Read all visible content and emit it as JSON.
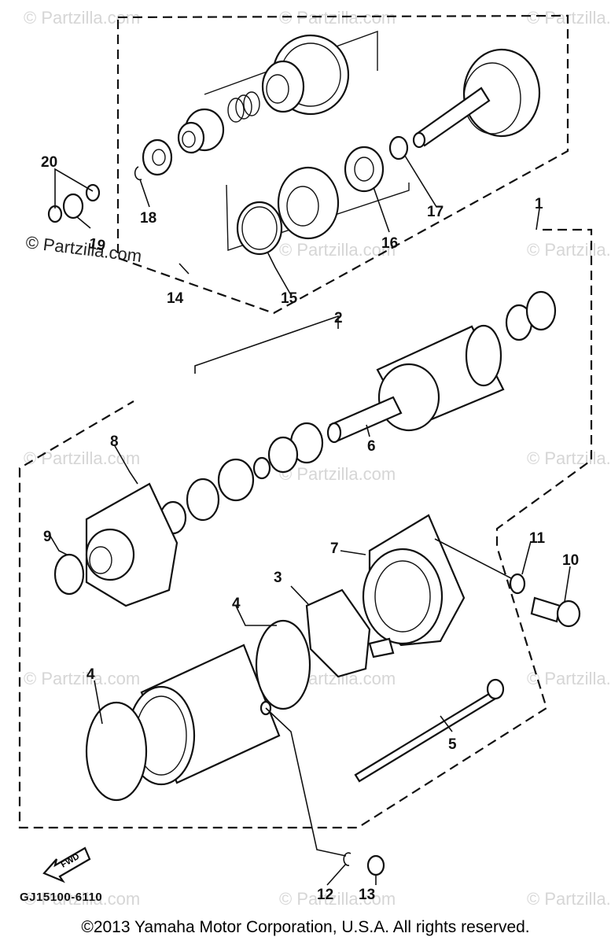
{
  "watermark": {
    "text": "© Partzilla.com",
    "brand_color": "#d6d6d6"
  },
  "callouts": [
    {
      "id": "1",
      "label": "1"
    },
    {
      "id": "2",
      "label": "2"
    },
    {
      "id": "3",
      "label": "3"
    },
    {
      "id": "4a",
      "label": "4"
    },
    {
      "id": "4b",
      "label": "4"
    },
    {
      "id": "5",
      "label": "5"
    },
    {
      "id": "6",
      "label": "6"
    },
    {
      "id": "7",
      "label": "7"
    },
    {
      "id": "8",
      "label": "8"
    },
    {
      "id": "9",
      "label": "9"
    },
    {
      "id": "10",
      "label": "10"
    },
    {
      "id": "11",
      "label": "11"
    },
    {
      "id": "12",
      "label": "12"
    },
    {
      "id": "13",
      "label": "13"
    },
    {
      "id": "14",
      "label": "14"
    },
    {
      "id": "15",
      "label": "15"
    },
    {
      "id": "16",
      "label": "16"
    },
    {
      "id": "17",
      "label": "17"
    },
    {
      "id": "18",
      "label": "18"
    },
    {
      "id": "19",
      "label": "19"
    },
    {
      "id": "20",
      "label": "20"
    }
  ],
  "fwd_arrow_label": "FWD",
  "diagram_code": "GJ15100-6110",
  "footer": "©2013 Yamaha Motor Corporation, U.S.A. All rights reserved."
}
